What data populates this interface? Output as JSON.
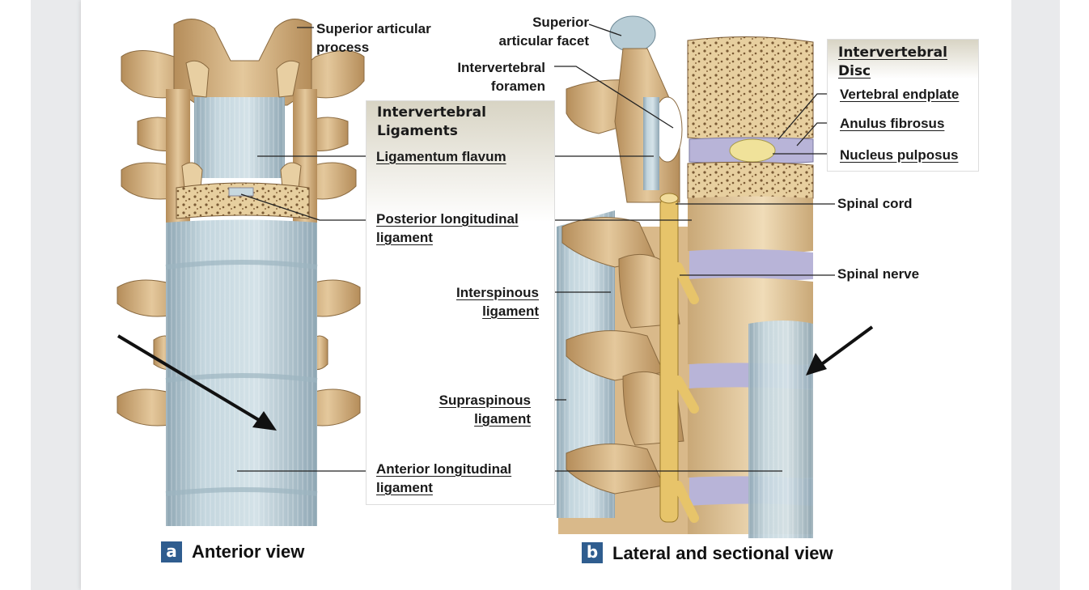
{
  "views": {
    "a": {
      "badge": "a",
      "caption": "Anterior view"
    },
    "b": {
      "badge": "b",
      "caption": "Lateral and sectional view"
    }
  },
  "ligaments_box": {
    "title_line1": "Intervertebral",
    "title_line2": "Ligaments",
    "items": {
      "flavum": "Ligamentum flavum",
      "posterior_1": "Posterior longitudinal",
      "posterior_2": "ligament",
      "anterior_1": "Anterior longitudinal",
      "anterior_2": "ligament"
    }
  },
  "disc_box": {
    "title_line1": "Intervertebral",
    "title_line2": "Disc",
    "items": {
      "endplate": "Vertebral endplate",
      "anulus": "Anulus fibrosus",
      "nucleus": "Nucleus pulposus"
    }
  },
  "labels": {
    "sup_art_process_1": "Superior articular",
    "sup_art_process_2": "process",
    "sup_art_facet_1": "Superior",
    "sup_art_facet_2": "articular facet",
    "iv_foramen_1": "Intervertebral",
    "iv_foramen_2": "foramen",
    "spinal_cord": "Spinal cord",
    "spinal_nerve": "Spinal nerve",
    "interspinous_1": "Interspinous",
    "interspinous_2": "ligament",
    "supraspinous_1": "Supraspinous",
    "supraspinous_2": "ligament"
  },
  "colors": {
    "bone": "#d9b98a",
    "bone_dark": "#a9824f",
    "ligament": "#b7ccd6",
    "disc": "#b8b4d8",
    "badge": "#2f5d8f"
  }
}
